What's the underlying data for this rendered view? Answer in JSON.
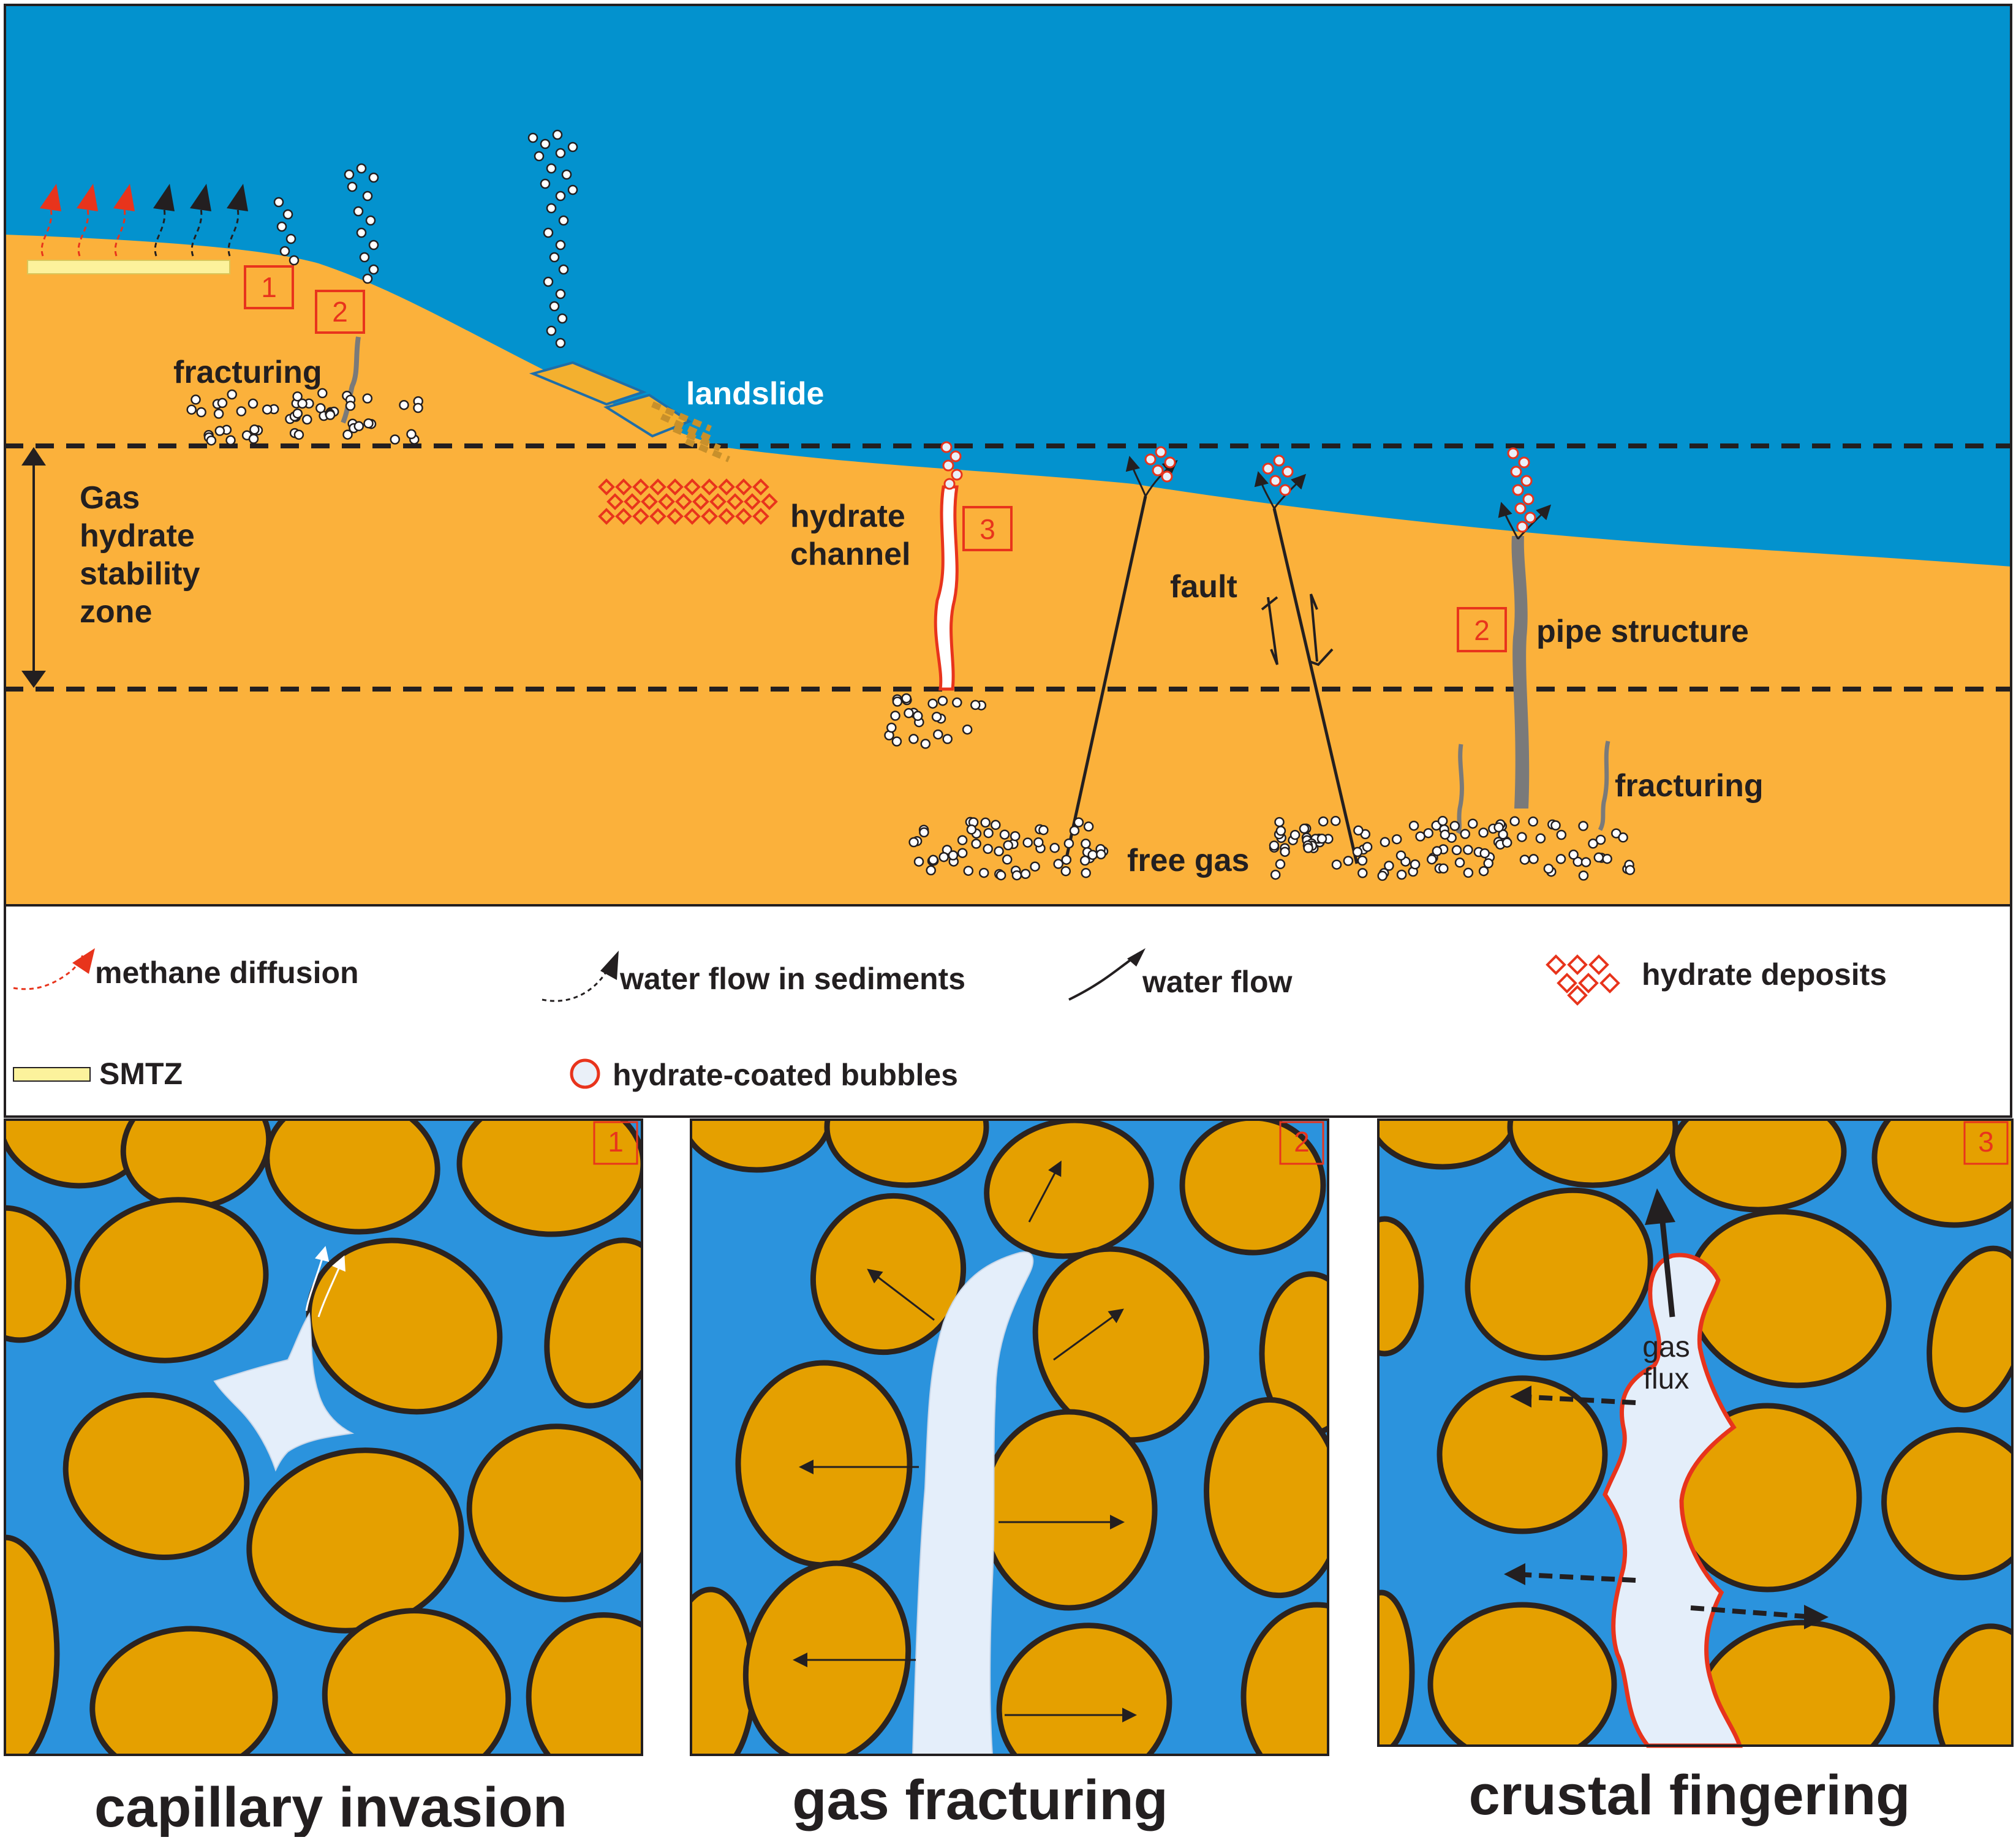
{
  "main": {
    "labels": {
      "fracturing_left": "fracturing",
      "landslide": "landslide",
      "ghsz": [
        "Gas",
        "hydrate",
        "stability",
        "zone"
      ],
      "hydrate_channel": [
        "hydrate",
        "channel"
      ],
      "fault": "fault",
      "pipe_structure": "pipe structure",
      "fracturing_right": "fracturing",
      "free_gas": "free gas"
    },
    "boxes": {
      "b1": "1",
      "b2a": "2",
      "b3": "3",
      "b2b": "2"
    }
  },
  "legend": {
    "methane_diffusion": "methane diffusion",
    "water_flow_sediments": "water flow in sediments",
    "water_flow": "water flow",
    "hydrate_deposits": "hydrate deposits",
    "smtz": "SMTZ",
    "hydrate_coated_bubbles": "hydrate-coated bubbles"
  },
  "panels": [
    {
      "num": "1",
      "caption": "capillary invasion"
    },
    {
      "num": "2",
      "caption": "gas fracturing"
    },
    {
      "num": "3",
      "caption": "crustal fingering",
      "annotation": [
        "gas",
        "flux"
      ]
    }
  ],
  "colors": {
    "sea": "#0392ce",
    "sediment": "#fbb13b",
    "pore_water": "#2b93dd",
    "grain": "#e5a000",
    "gas": "#e4eefa",
    "hydrate_red": "#e8341c",
    "smtz": "#fcf29c"
  }
}
